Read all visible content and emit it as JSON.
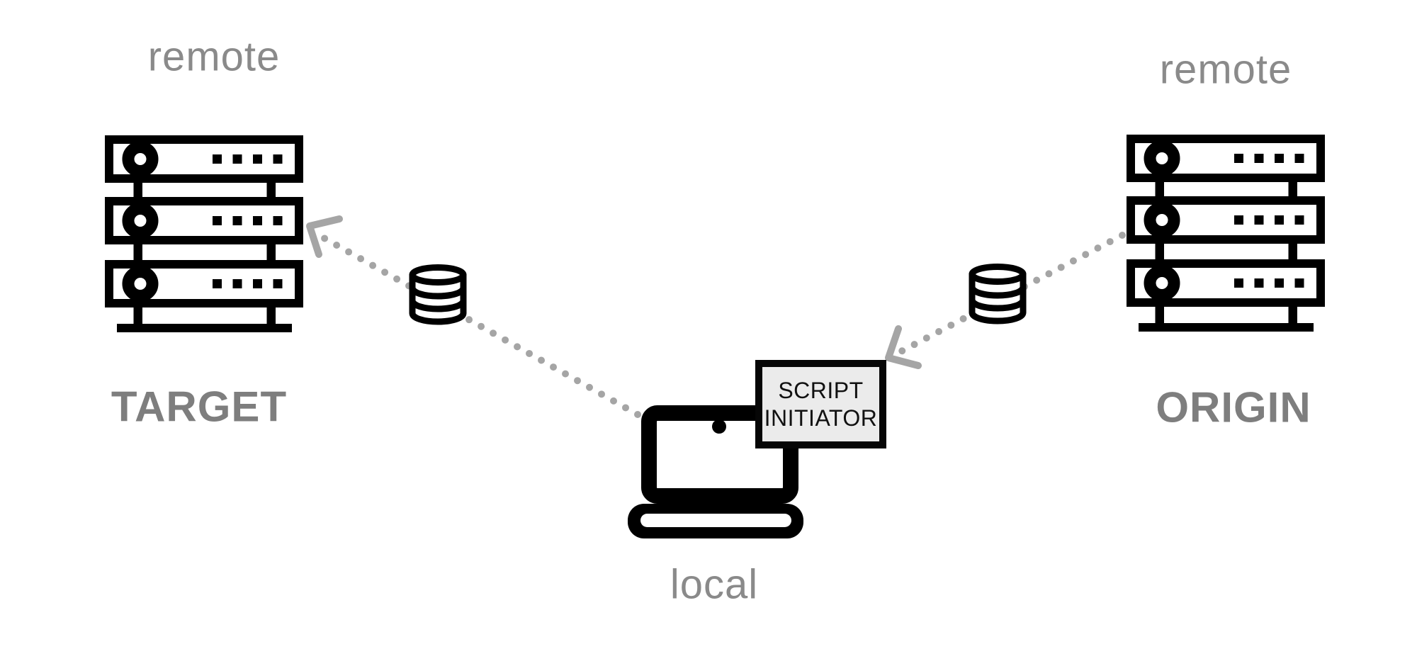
{
  "diagram": {
    "nodes": {
      "target": {
        "zone_label": "remote",
        "name_label": "TARGET",
        "icon": "server-rack-icon"
      },
      "origin": {
        "zone_label": "remote",
        "name_label": "ORIGIN",
        "icon": "server-rack-icon"
      },
      "local": {
        "name_label": "local",
        "icon": "laptop-icon",
        "badge": {
          "line1": "SCRIPT",
          "line2": "INITIATOR"
        }
      }
    },
    "connections": [
      {
        "from": "local",
        "to": "target",
        "via": "database-icon",
        "style": "dotted-arrow",
        "color": "#a5a5a5"
      },
      {
        "from": "origin",
        "to": "local",
        "via": "database-icon",
        "style": "dotted-arrow",
        "color": "#a5a5a5"
      }
    ],
    "colors": {
      "background": "#ffffff",
      "icon_black": "#000000",
      "zone_label_gray": "#8a8a8a",
      "name_label_gray": "#7e7e7e",
      "connector_gray": "#a5a5a5",
      "badge_fill": "#ebebeb",
      "badge_border": "#060606"
    }
  }
}
